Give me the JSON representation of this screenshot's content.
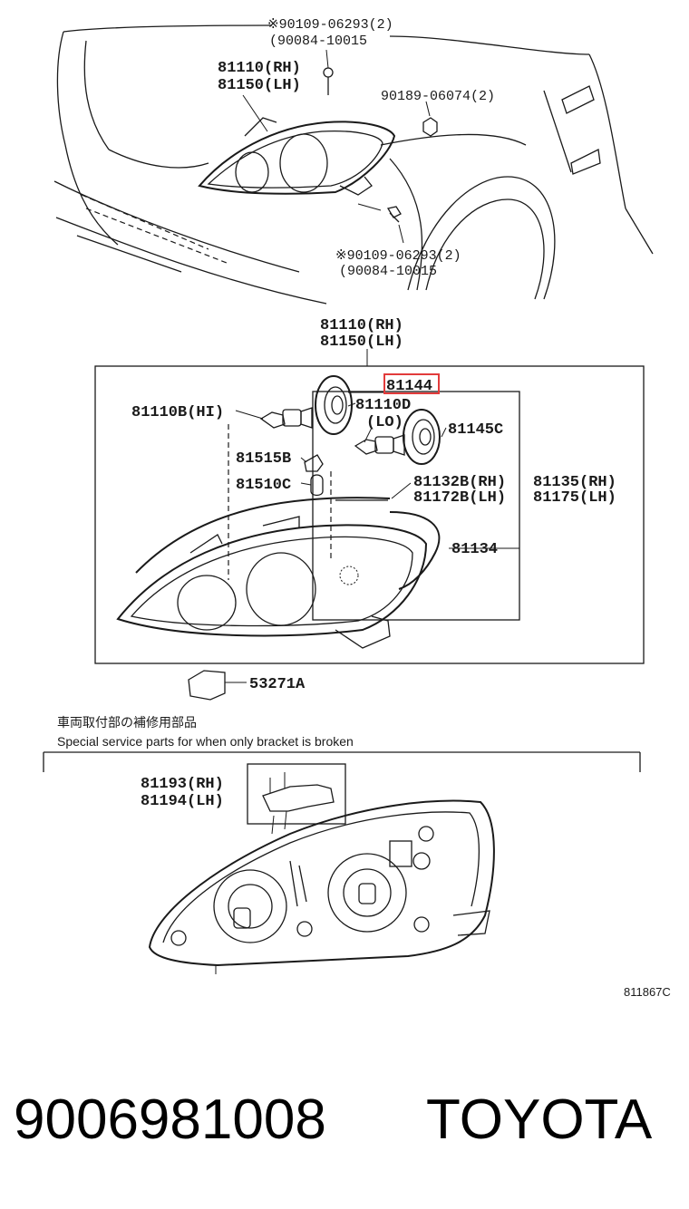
{
  "diagram": {
    "top_labels": {
      "bolt_a": "※90109-06293(2)",
      "bolt_a_alt": "(90084-10015",
      "headlamp_rh": "81110(RH)",
      "headlamp_lh": "81150(LH)",
      "nut": "90189-06074(2)",
      "bolt_b": "※90109-06293(2)",
      "bolt_b_alt": "(90084-10015"
    },
    "exploded_labels": {
      "assy_rh": "81110(RH)",
      "assy_lh": "81150(LH)",
      "cap_highlighted": "81144",
      "bulb_lo_part": "81110D",
      "bulb_lo_tag": "(LO)",
      "bulb_hi": "81110B(HI)",
      "cap_lo": "81145C",
      "socket": "81515B",
      "bulb_small": "81510C",
      "trim_rh": "81132B(RH)",
      "trim_lh": "81172B(LH)",
      "gasket_rh": "81135(RH)",
      "gasket_lh": "81175(LH)",
      "lens": "81134",
      "connector": "53271A"
    },
    "note_japanese": "車両取付部の補修用部品",
    "note_english": "Special  service  parts  for  when  only  bracket  is  broken",
    "bracket_rh": "81193(RH)",
    "bracket_lh": "81194(LH)",
    "figure_ref": "811867C"
  },
  "caption": {
    "part_number": "9006981008",
    "brand": "TOYOTA"
  },
  "colors": {
    "highlight": "#e23b3b",
    "ink": "#1a1a1a"
  }
}
